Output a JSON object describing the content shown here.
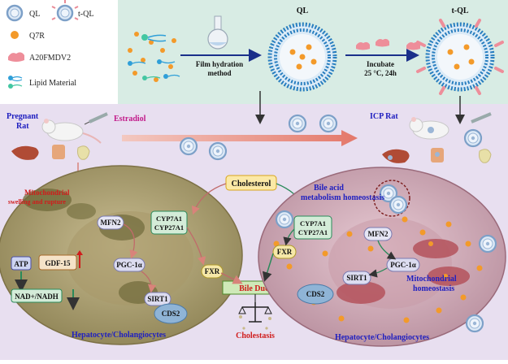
{
  "legend": {
    "ql": "QL",
    "tql": "t-QL",
    "q7r": "Q7R",
    "peptide": "A20FMDV2",
    "lipid": "Lipid Material"
  },
  "process": {
    "step1_line1": "Film hydration",
    "step1_line2": "method",
    "ql_label": "QL",
    "step2_line1": "Incubate",
    "step2_line2": "25 °C, 24h",
    "tql_label": "t-QL"
  },
  "model": {
    "pregnant_line1": "Pregnant",
    "pregnant_line2": "Rat",
    "estradiol": "Estradiol",
    "icp_rat": "ICP Rat"
  },
  "left_cell": {
    "mito_line1": "Mitochondrial",
    "mito_line2": "swelling and rupture",
    "atp": "ATP",
    "gdf15": "GDF-15",
    "nad": "NAD+/NADH",
    "mfn2": "MFN2",
    "pgc": "PGC-1α",
    "sirt1": "SIRT1",
    "cyp_line1": "CYP7A1",
    "cyp_line2": "CYP27A1",
    "fxr": "FXR",
    "cds2": "CDS2",
    "caption": "Hepatocyte/Cholangiocytes"
  },
  "center": {
    "cholesterol": "Cholesterol",
    "bile_duct": "Bile Duct",
    "cholestasis": "Cholestasis"
  },
  "right_cell": {
    "bile_line1": "Bile acid",
    "bile_line2": "metabolism homeostasis",
    "cyp_line1": "CYP7A1",
    "cyp_line2": "CYP27A1",
    "mfn2": "MFN2",
    "fxr": "FXR",
    "pgc": "PGC-1α",
    "sirt1": "SIRT1",
    "mito_line1": "Mitochondrial",
    "mito_line2": "homeostasis",
    "cds2": "CDS2",
    "caption": "Hepatocyte/Cholangiocytes"
  },
  "colors": {
    "top_panel": "#d8ece4",
    "bottom_panel": "#e8dff0",
    "cell_left": "#b8ac80",
    "cell_right": "#d8b8c4",
    "red_label": "#d01c1c",
    "blue_label": "#2020c0",
    "magenta_label": "#c21a8a"
  }
}
